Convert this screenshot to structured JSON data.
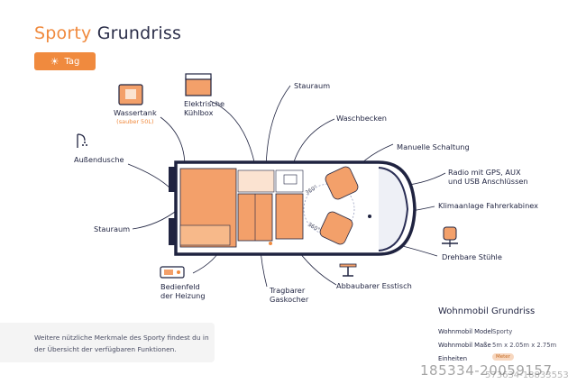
{
  "header": {
    "brand": "Sporty",
    "rest": "Grundriss"
  },
  "tab": {
    "label": "Tag"
  },
  "labels": {
    "wassertank": "Wassertank",
    "wassertank_sub": "(sauber 50L)",
    "kuehlbox": "Elektrische\nKühlbox",
    "stauraum_top": "Stauraum",
    "waschbecken": "Waschbecken",
    "schaltung": "Manuelle Schaltung",
    "radio": "Radio mit GPS, AUX\nund USB Anschlüssen",
    "klima": "Klimaanlage Fahrerkabinex",
    "dusche": "Außendusche",
    "stauraum_left": "Stauraum",
    "drehbar": "Drehbare Stühle",
    "bedienfeld": "Bedienfeld\nder Heizung",
    "gaskocher": "Tragbarer\nGaskocher",
    "esstisch": "Abbaubarer Esstisch"
  },
  "note": {
    "text": "Weitere nützliche Merkmale des Sporty findest du in der Übersicht der verfügbaren Funktionen."
  },
  "specs": {
    "title": "Wohnmobil Grundriss",
    "model_label": "Wohnmobil Model",
    "model_value": "Sporty",
    "size_label": "Wohnmobil Maße",
    "size_value": "5m x 2.05m x 2.75m",
    "unit_label": "Einheiten",
    "unit_value": "Meter"
  },
  "seat_rotation": "360°",
  "watermark": {
    "main": "185334-20059157",
    "sub": "573634-18833553"
  },
  "colors": {
    "accent": "#f08a3e",
    "navy": "#1f2340",
    "wood": "#f3a06a"
  }
}
